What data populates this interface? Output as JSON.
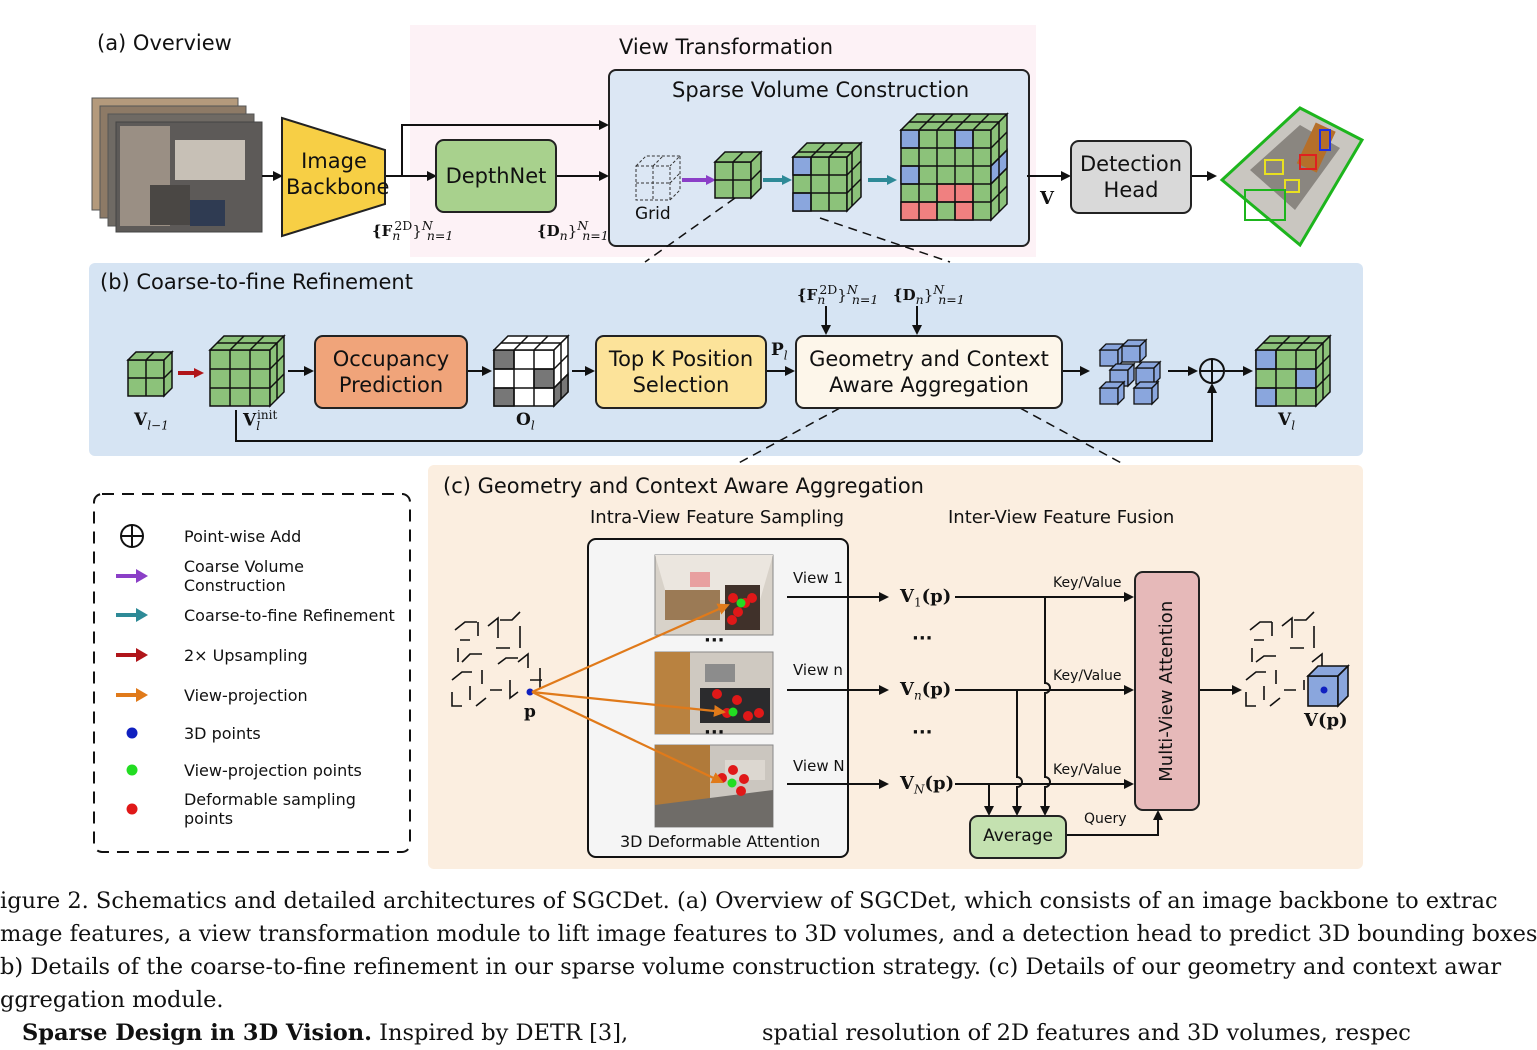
{
  "overview": {
    "title": "(a) Overview",
    "view_transformation_title": "View Transformation",
    "sparse_volume_title": "Sparse Volume Construction",
    "image_backbone_label": "Image\nBackbone",
    "depthnet_label": "DepthNet",
    "grid_label": "Grid",
    "detection_head_label": "Detection\nHead",
    "feature_symbol": "{F",
    "feature_sup": "2D",
    "feature_tail": "}",
    "feature_range": "N",
    "feature_range_low": "n=1",
    "feature_sub": "n",
    "depth_symbol": "{D",
    "depth_tail": "}",
    "volume_symbol": "V"
  },
  "refinement": {
    "title": "(b) Coarse-to-fine Refinement",
    "occupancy_label": "Occupancy\nPrediction",
    "topk_label": "Top K Position\nSelection",
    "gcaa_label": "Geometry and Context\nAware Aggregation",
    "v_prev_label": "V",
    "v_prev_sub": "l−1",
    "v_init_label": "V",
    "v_init_sup": "init",
    "v_init_sub": "l",
    "o_label": "O",
    "o_sub": "l",
    "p_label": "P",
    "p_sub": "l",
    "v_out_label": "V",
    "v_out_sub": "l"
  },
  "aggregation": {
    "title": "(c) Geometry and Context Aware Aggregation",
    "intra_title": "Intra-View Feature Sampling",
    "inter_title": "Inter-View Feature Fusion",
    "deformable_label": "3D Deformable Attention",
    "view_1": "View 1",
    "view_n": "View n",
    "view_N": "View N",
    "dots": "···",
    "v1_label": "V",
    "v1_sub": "1",
    "vn_label": "V",
    "vn_sub": "n",
    "vN_label": "V",
    "vN_sub": "N",
    "p_arg": "(p)",
    "key_value": "Key/Value",
    "query": "Query",
    "average_label": "Average",
    "mva_label": "Multi-View Attention",
    "point_label": "p",
    "vp_label": "V(p)"
  },
  "legend": {
    "items": [
      {
        "label": "Point-wise Add",
        "icon": "circle-plus-icon"
      },
      {
        "label": "Coarse Volume Construction",
        "icon": "purple-arrow-icon",
        "color": "#8b3fc7"
      },
      {
        "label": "Coarse-to-fine Refinement",
        "icon": "teal-arrow-icon",
        "color": "#2e8a97"
      },
      {
        "label": "2× Upsampling",
        "icon": "red-arrow-icon",
        "color": "#b0151a"
      },
      {
        "label": "View-projection",
        "icon": "orange-arrow-icon",
        "color": "#e07a1a"
      },
      {
        "label": "3D points",
        "icon": "blue-dot-icon",
        "color": "#1020c0"
      },
      {
        "label": "View-projection points",
        "icon": "green-dot-icon",
        "color": "#22dd22"
      },
      {
        "label": "Deformable sampling points",
        "icon": "red-dot-icon",
        "color": "#e01818"
      }
    ]
  },
  "caption": {
    "line1": "igure 2.  Schematics and detailed architectures of SGCDet.  (a) Overview of SGCDet, which consists of an image backbone to extrac",
    "line2": "mage features, a view transformation module to lift image features to 3D volumes, and a detection head to predict 3D bounding boxes",
    "line3": "b) Details of the coarse-to-fine refinement in our sparse volume construction strategy.  (c) Details of our geometry and context awar",
    "line4": "ggregation module.",
    "line5_bold": "Sparse Design in 3D Vision.",
    "line5_rest": "  Inspired by DETR [3],",
    "line5_right": "spatial resolution of 2D features and 3D volumes, respec"
  },
  "colors": {
    "view_transform_bg": "#fdf2f6",
    "sparse_bg": "#dce7f4",
    "refinement_bg": "#d6e4f3",
    "aggregation_bg": "#fbeee0",
    "backbone_fill": "#f7cf45",
    "depthnet_fill": "#a8d18d",
    "detection_fill": "#d9d9d9",
    "occupancy_fill": "#f0a47a",
    "topk_fill": "#fce39a",
    "gcaa_fill": "#fdf6ea",
    "average_fill": "#c4e1b0",
    "mva_fill": "#e6b9b9",
    "cube_green": "#8cc27a",
    "cube_blue": "#8aa6dd",
    "cube_red": "#f08080"
  }
}
